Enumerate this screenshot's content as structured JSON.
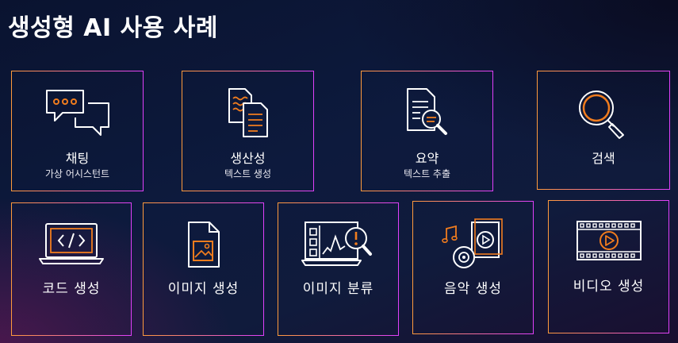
{
  "page": {
    "title": "생성형 AI 사용 사례"
  },
  "accent": {
    "orange": "#f07c1e",
    "magenta": "#e040fb",
    "icon_white": "#ffffff"
  },
  "cards": [
    {
      "label": "채팅",
      "sub": "가상 어시스턴트",
      "icon": "chat-bubbles-icon"
    },
    {
      "label": "생산성",
      "sub": "텍스트 생성",
      "icon": "documents-icon"
    },
    {
      "label": "요약",
      "sub": "텍스트 추출",
      "icon": "document-magnifier-icon"
    },
    {
      "label": "검색",
      "sub": "",
      "icon": "magnifier-icon"
    },
    {
      "label": "코드 생성",
      "icon": "laptop-code-icon"
    },
    {
      "label": "이미지 생성",
      "icon": "image-file-icon"
    },
    {
      "label": "이미지 분류",
      "icon": "screen-analysis-icon"
    },
    {
      "label": "음악 생성",
      "icon": "music-disc-icon"
    },
    {
      "label": "비디오 생성",
      "icon": "film-play-icon"
    }
  ]
}
